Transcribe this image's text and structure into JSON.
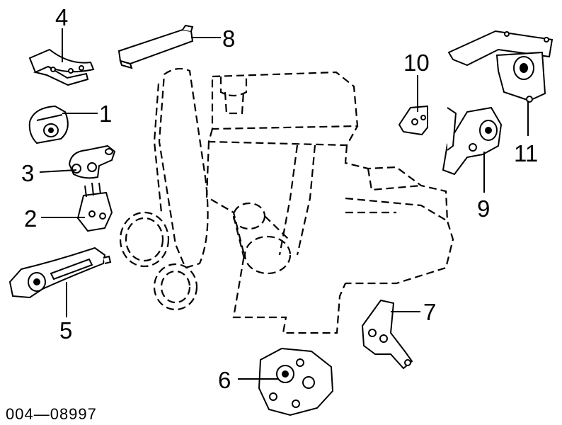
{
  "callouts": {
    "c1": "1",
    "c2": "2",
    "c3": "3",
    "c4": "4",
    "c5": "5",
    "c6": "6",
    "c7": "7",
    "c8": "8",
    "c9": "9",
    "c10": "10",
    "c11": "11"
  },
  "figure_id": "004—08997"
}
